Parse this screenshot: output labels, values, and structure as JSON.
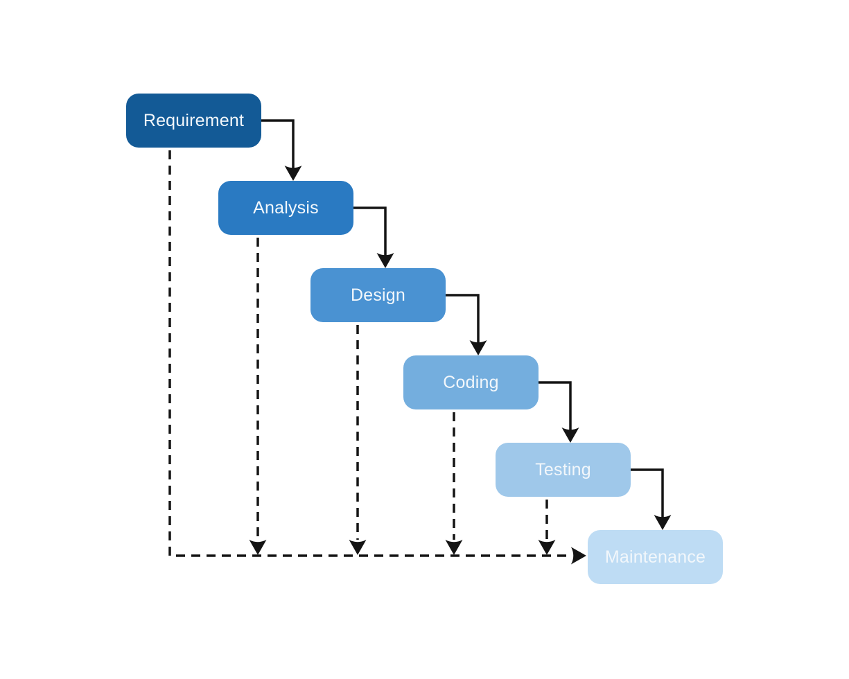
{
  "diagram": {
    "name": "waterfall-model-flowchart",
    "background": "#ffffff",
    "connector_color": "#141414",
    "label_text_color": "#f2f7fb",
    "stages": [
      {
        "label": "Requirement",
        "color": "#135a96"
      },
      {
        "label": "Analysis",
        "color": "#2a7ac2"
      },
      {
        "label": "Design",
        "color": "#4a92d2"
      },
      {
        "label": "Coding",
        "color": "#74aede"
      },
      {
        "label": "Testing",
        "color": "#9fc8ea"
      },
      {
        "label": "Maintenance",
        "color": "#bedcf4"
      }
    ]
  }
}
